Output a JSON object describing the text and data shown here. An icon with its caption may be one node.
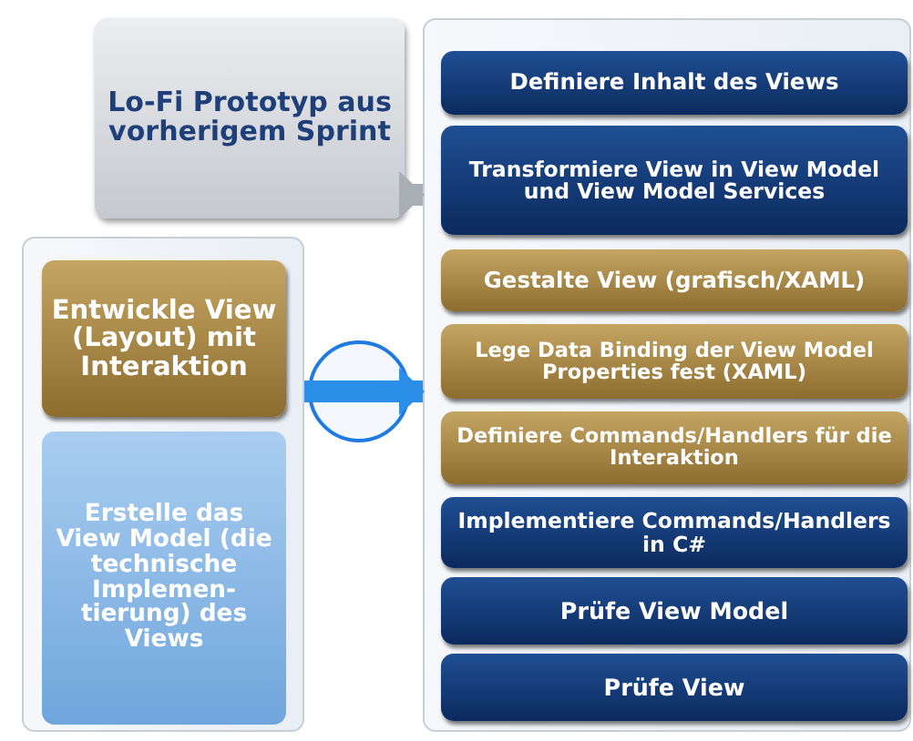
{
  "diagram": {
    "nodes": [
      {
        "text": [
          "Lo-Fi Prototyp aus vorherigem Sprint"
        ]
      },
      {
        "text": [],
        "shape": "box"
      },
      {
        "text": [
          "Entwickle View (Layout) mit Interaktion"
        ],
        "in": 1
      },
      {
        "text": [
          "Erstelle das View Model (die technische Implemen- tierung) des Views"
        ],
        "in": 1
      },
      {
        "text": [],
        "shape": "box"
      },
      {
        "text": [
          "Definiere Inhalt des Views"
        ],
        "in": 4
      },
      {
        "text": [
          "Transformiere View in View Model und View Model Services"
        ],
        "in": 4
      },
      {
        "text": [
          "Gestalte View (grafisch/XAML)"
        ],
        "in": 4
      },
      {
        "text": [
          "Lege Data Binding der View Model Properties fest (XAML)"
        ],
        "in": 4
      },
      {
        "text": [
          "Definiere Commands/Handlers für die Interaktion"
        ],
        "in": 4
      },
      {
        "text": [
          "Implementiere Commands/Handlers in C#"
        ],
        "in": 4
      },
      {
        "text": [
          "Prüfe View Model"
        ],
        "in": 4
      },
      {
        "text": [
          "Prüfe View"
        ],
        "in": 4
      }
    ],
    "edges": [
      {
        "from": 0,
        "to": 4,
        "arrow": "to",
        "color": "#a9adb4"
      },
      {
        "from": 1,
        "to": 4,
        "arrow": "to",
        "color": "#2b8ee8"
      }
    ]
  }
}
